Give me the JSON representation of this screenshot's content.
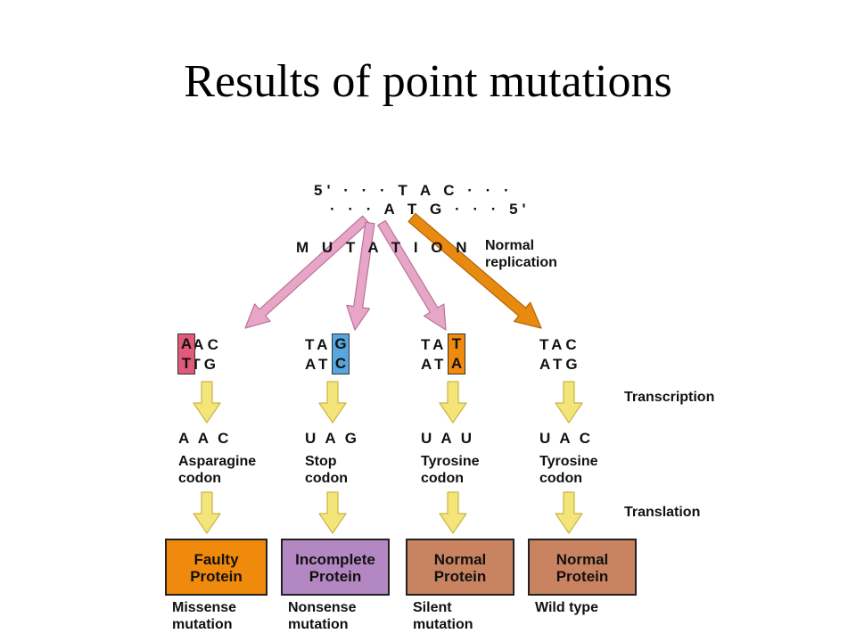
{
  "title": "Results of point mutations",
  "dna": {
    "top": "5' · · · T A C · · ·",
    "bottom": "· · · A T G · · · 5'"
  },
  "mutation_label": "M U T A T I O N",
  "normal_replication": [
    "Normal",
    "replication"
  ],
  "stage_labels": {
    "transcription": "Transcription",
    "translation": "Translation"
  },
  "columns": [
    {
      "id": "missense",
      "seq_top": [
        "A",
        "A",
        "C"
      ],
      "seq_bottom": [
        "T",
        "T",
        "G"
      ],
      "highlight_index": 0,
      "highlight_color": "#e05a79",
      "codon": "A A C",
      "aa": [
        "Asparagine",
        "codon"
      ],
      "protein": [
        "Faulty",
        "Protein"
      ],
      "protein_color": "#f08a0c",
      "caption": [
        "Missense",
        "mutation"
      ]
    },
    {
      "id": "nonsense",
      "seq_top": [
        "T",
        "A",
        "G"
      ],
      "seq_bottom": [
        "A",
        "T",
        "C"
      ],
      "highlight_index": 2,
      "highlight_color": "#56a7e0",
      "codon": "U A G",
      "aa": [
        "Stop",
        "codon"
      ],
      "protein": [
        "Incomplete",
        "Protein"
      ],
      "protein_color": "#b387c2",
      "caption": [
        "Nonsense",
        "mutation"
      ]
    },
    {
      "id": "silent",
      "seq_top": [
        "T",
        "A",
        "T"
      ],
      "seq_bottom": [
        "A",
        "T",
        "A"
      ],
      "highlight_index": 2,
      "highlight_color": "#f08a0c",
      "codon": "U A U",
      "aa": [
        "Tyrosine",
        "codon"
      ],
      "protein": [
        "Normal",
        "Protein"
      ],
      "protein_color": "#c98360",
      "caption": [
        "Silent",
        "mutation"
      ]
    },
    {
      "id": "wild",
      "seq_top": [
        "T",
        "A",
        "C"
      ],
      "seq_bottom": [
        "A",
        "T",
        "G"
      ],
      "highlight_index": -1,
      "highlight_color": "",
      "codon": "U A C",
      "aa": [
        "Tyrosine",
        "codon"
      ],
      "protein": [
        "Normal",
        "Protein"
      ],
      "protein_color": "#c98360",
      "caption": [
        "Wild type"
      ]
    }
  ],
  "colors": {
    "mutation_arrow": "#e7a6c8",
    "replication_arrow": "#e98a10",
    "flow_arrow": "#f4e57a",
    "flow_arrow_stroke": "#c9b544"
  }
}
